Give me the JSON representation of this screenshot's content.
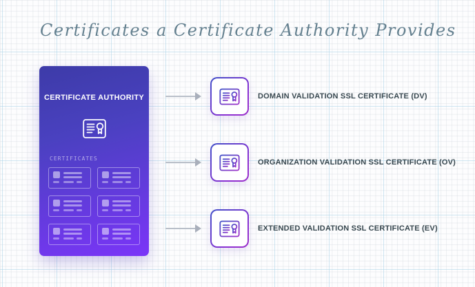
{
  "title": "Certificates a Certificate Authority Provides",
  "ca_card": {
    "title": "CERTIFICATE AUTHORITY",
    "certificates_label": "CERTIFICATES",
    "mini_cards_count": 6
  },
  "certificates": [
    {
      "label": "DOMAIN VALIDATION SSL CERTIFICATE (DV)"
    },
    {
      "label": "ORGANIZATION VALIDATION SSL CERTIFICATE (OV)"
    },
    {
      "label": "EXTENDED VALIDATION SSL CERTIFICATE (EV)"
    }
  ],
  "icons": {
    "certificate": "certificate-icon",
    "arrow": "arrow-right-icon"
  },
  "colors": {
    "card_gradient_top": "#3d3ba8",
    "card_gradient_bottom": "#7b35f8",
    "box_border_gradient_start": "#4150c8",
    "box_border_gradient_end": "#9c2fc9",
    "label_text": "#37474f",
    "title_text": "#64808f",
    "arrow": "#a9afbb",
    "grid_major_line": "#cfe6f0"
  }
}
